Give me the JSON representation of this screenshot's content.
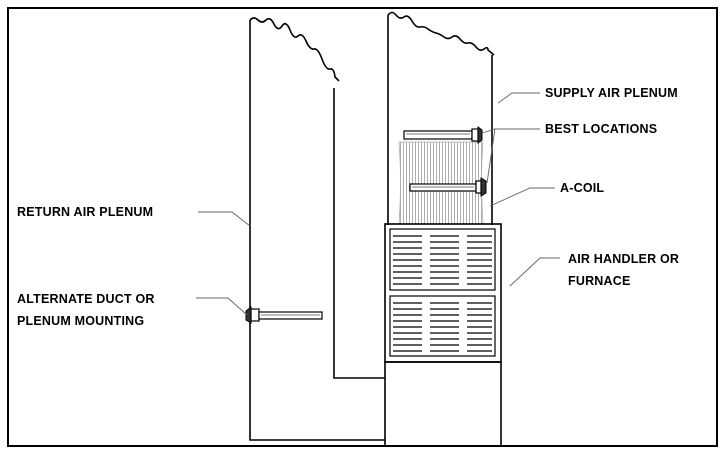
{
  "labels": {
    "supply_air_plenum": "SUPPLY AIR PLENUM",
    "best_locations": "BEST LOCATIONS",
    "a_coil": "A-COIL",
    "return_air_plenum": "RETURN AIR PLENUM",
    "air_handler_line1": "AIR HANDLER OR",
    "air_handler_line2": "FURNACE",
    "alternate_line1": "ALTERNATE DUCT OR",
    "alternate_line2": "PLENUM MOUNTING"
  }
}
